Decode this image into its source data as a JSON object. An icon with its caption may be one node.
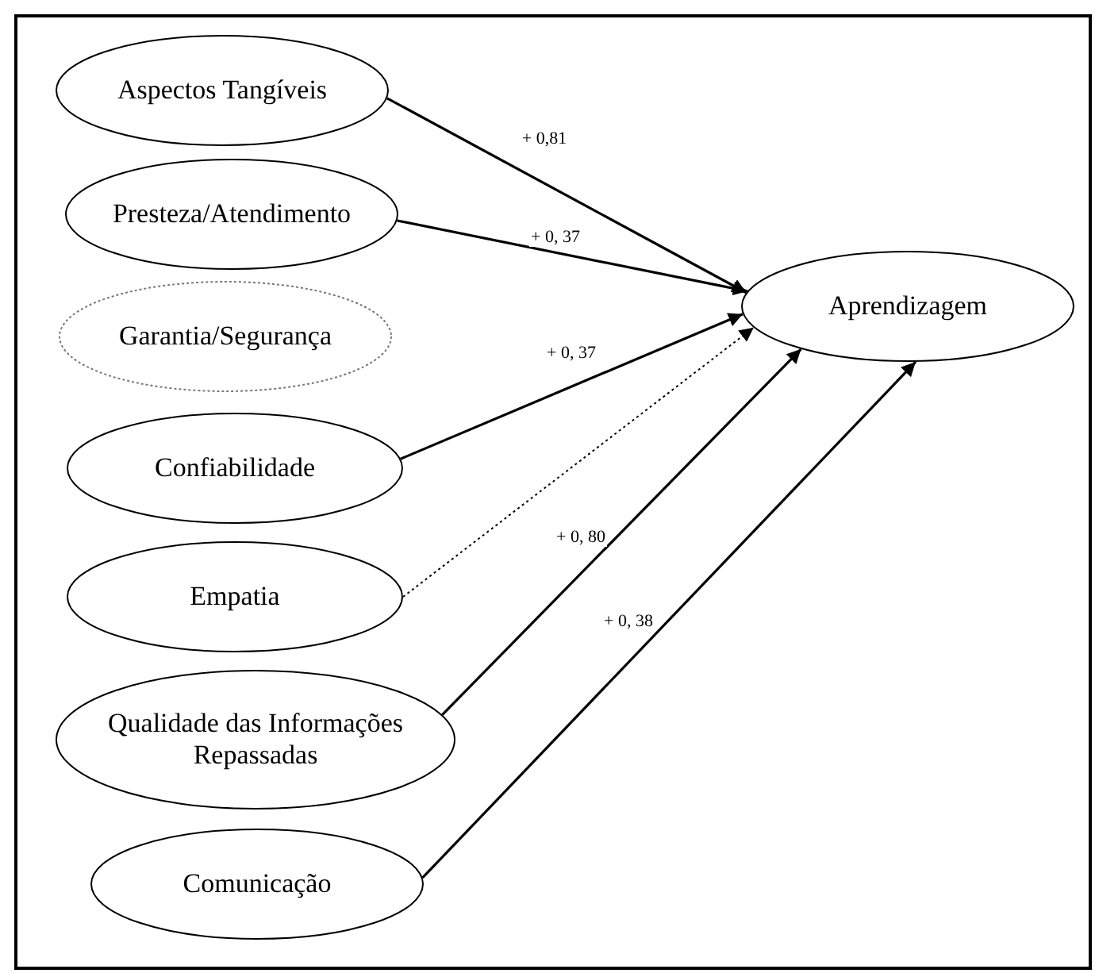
{
  "diagram": {
    "nodes": [
      {
        "text": [
          "Aspectos Tangíveis"
        ]
      },
      {
        "text": [
          "Presteza/Atendimento"
        ]
      },
      {
        "text": [
          "Garantia/Segurança"
        ]
      },
      {
        "text": [
          "Aprendizagem"
        ]
      },
      {
        "text": [
          "Confiabilidade"
        ]
      },
      {
        "text": [
          "Empatia"
        ]
      },
      {
        "text": [
          "Qualidade das Informações Repassadas"
        ]
      },
      {
        "text": [
          "Comunicação"
        ]
      }
    ],
    "edges": [
      {
        "from": 0,
        "to": 3,
        "arrow": "to",
        "label": "+ 0,81"
      },
      {
        "from": 1,
        "to": 3,
        "arrow": "to",
        "label": "+ 0, 37"
      },
      {
        "from": 4,
        "to": 3,
        "arrow": "to",
        "label": "+ 0, 37"
      },
      {
        "from": 5,
        "to": 3,
        "arrow": "to",
        "style": "dashed"
      },
      {
        "from": 6,
        "to": 3,
        "arrow": "to",
        "label": "+ 0, 80"
      },
      {
        "from": 7,
        "to": 3,
        "arrow": "to",
        "label": "+ 0, 38"
      }
    ]
  }
}
